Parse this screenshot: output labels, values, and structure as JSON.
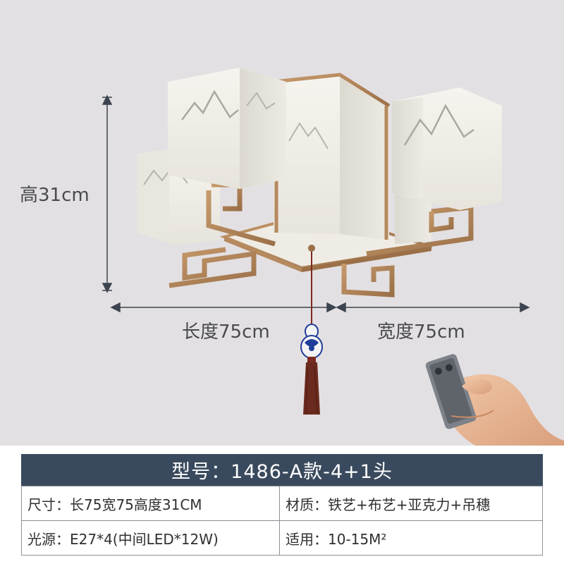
{
  "dimensions": {
    "height_label": "高31cm",
    "length_label": "长度75cm",
    "width_label": "宽度75cm"
  },
  "product": {
    "model_label": "型号：1486-A款-4+1头"
  },
  "specs": {
    "size": "尺寸：长75宽75高度31CM",
    "material": "材质：铁艺+布艺+亚克力+吊穗",
    "light_source": "光源：E27*4(中间LED*12W)",
    "area": "适用：10-15M²"
  },
  "colors": {
    "background": "#e3e0e3",
    "frame_gold": "#b58a5e",
    "lamp_shade": "#f1efe8",
    "table_header": "#3a4a5e",
    "tassel": "#6b2a1e",
    "porcelain_blue": "#1f3d9a"
  }
}
